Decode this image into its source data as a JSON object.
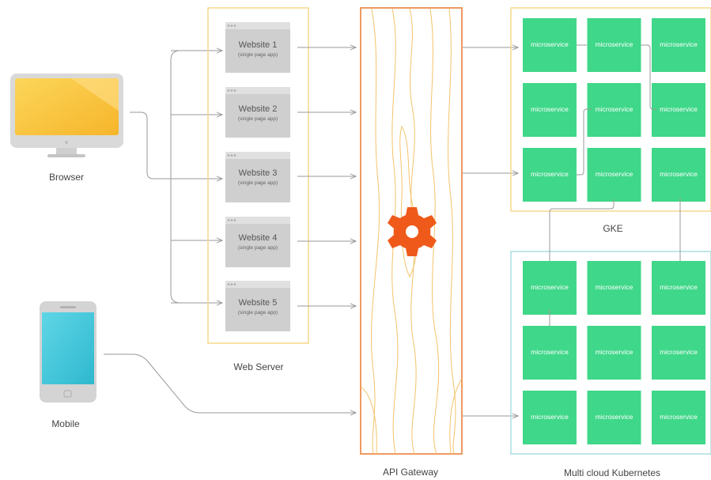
{
  "devices": {
    "browser_label": "Browser",
    "mobile_label": "Mobile"
  },
  "web_server": {
    "label": "Web Server",
    "sites": [
      {
        "title": "Website 1",
        "subtitle": "(single page app)"
      },
      {
        "title": "Website 2",
        "subtitle": "(single page app)"
      },
      {
        "title": "Website 3",
        "subtitle": "(single page app)"
      },
      {
        "title": "Website 4",
        "subtitle": "(single page app)"
      },
      {
        "title": "Website 5",
        "subtitle": "(single page app)"
      }
    ]
  },
  "gateway": {
    "label": "API Gateway",
    "icon": "gear-icon"
  },
  "clusters": {
    "gke": {
      "label": "GKE",
      "rows": 3,
      "cols": 3
    },
    "multicloud": {
      "label": "Multi cloud Kubernetes",
      "rows": 3,
      "cols": 3
    }
  },
  "microservice_label": "microservice",
  "colors": {
    "web_server_border": "#f5d98a",
    "gateway_border": "#ee9a62",
    "gateway_contours": "#f4c36b",
    "gear": "#ef5a1a",
    "gke_border": "#f6d98c",
    "multicloud_border": "#a8dde2",
    "microservice": "#3fd789",
    "arrow": "#9a9a9a",
    "text": "#444444"
  }
}
